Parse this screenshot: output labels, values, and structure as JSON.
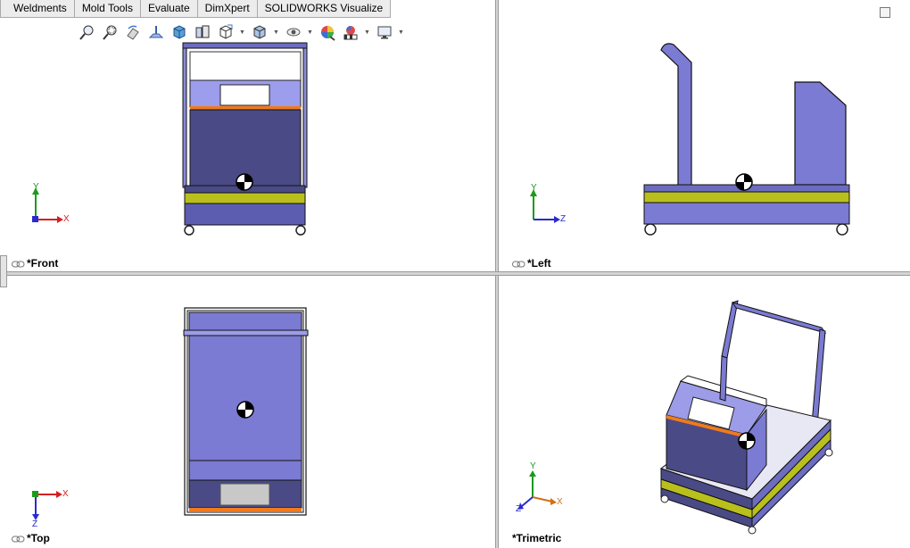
{
  "tabs": [
    "Weldments",
    "Mold Tools",
    "Evaluate",
    "DimXpert",
    "SOLIDWORKS Visualize"
  ],
  "toolbar": {
    "icons": [
      "zoom-to-fit-icon",
      "zoom-to-area-icon",
      "previous-view-icon",
      "section-view-icon",
      "view-orientation-cube-icon",
      "dynamic-annotation-icon",
      "display-style-icon",
      "hide-show-items-icon",
      "edit-appearance-icon",
      "apply-scene-icon",
      "view-settings-monitor-icon"
    ]
  },
  "viewports": {
    "front": {
      "label": "*Front",
      "axes": {
        "up": "Y",
        "right": "X"
      }
    },
    "left": {
      "label": "*Left",
      "axes": {
        "up": "Y",
        "right": "Z"
      }
    },
    "top": {
      "label": "*Top",
      "axes": {
        "up": "Z",
        "right": "X"
      }
    },
    "trimetric": {
      "label": "*Trimetric",
      "axes": {
        "up": "Y",
        "right": "X",
        "left": "Z"
      }
    }
  },
  "colors": {
    "frame_blue": "#7b7bd4",
    "frame_light": "#9c9ce8",
    "body_dark": "#4a4a86",
    "stripe_yellow": "#b9c01e",
    "stripe_orange": "#f07a1e",
    "axis_x": "#d42020",
    "axis_y": "#1b9b1b",
    "axis_z": "#2a2ad0"
  }
}
